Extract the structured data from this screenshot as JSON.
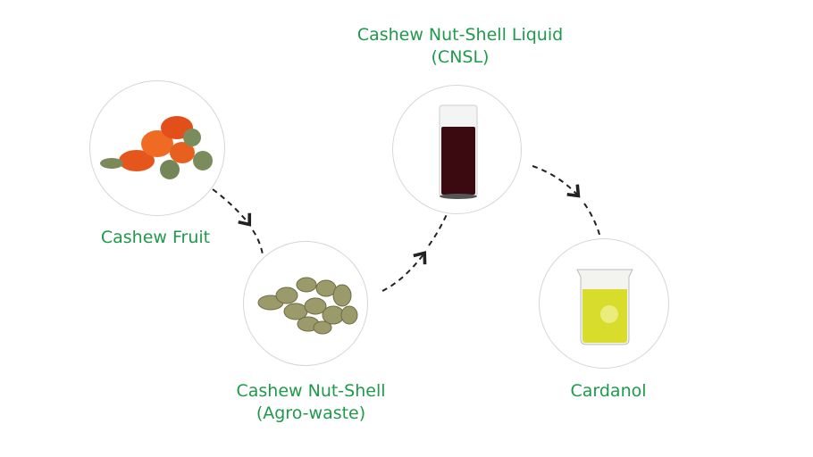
{
  "steps": [
    {
      "label": "Cashew Fruit",
      "icon": "cashew-fruit-icon"
    },
    {
      "label": "Cashew Nut-Shell",
      "sublabel": "(Agro-waste)",
      "icon": "cashew-nut-shell-icon"
    },
    {
      "label": "Cashew Nut-Shell Liquid",
      "sublabel": "(CNSL)",
      "icon": "cnsl-glass-icon"
    },
    {
      "label": "Cardanol",
      "icon": "cardanol-beaker-icon"
    }
  ],
  "colors": {
    "label": "#1f9a4b",
    "circle_border": "#d6d6d6",
    "arrow": "#222222",
    "cnsl": "#3a0a10",
    "cardanol": "#d8dc2a"
  }
}
